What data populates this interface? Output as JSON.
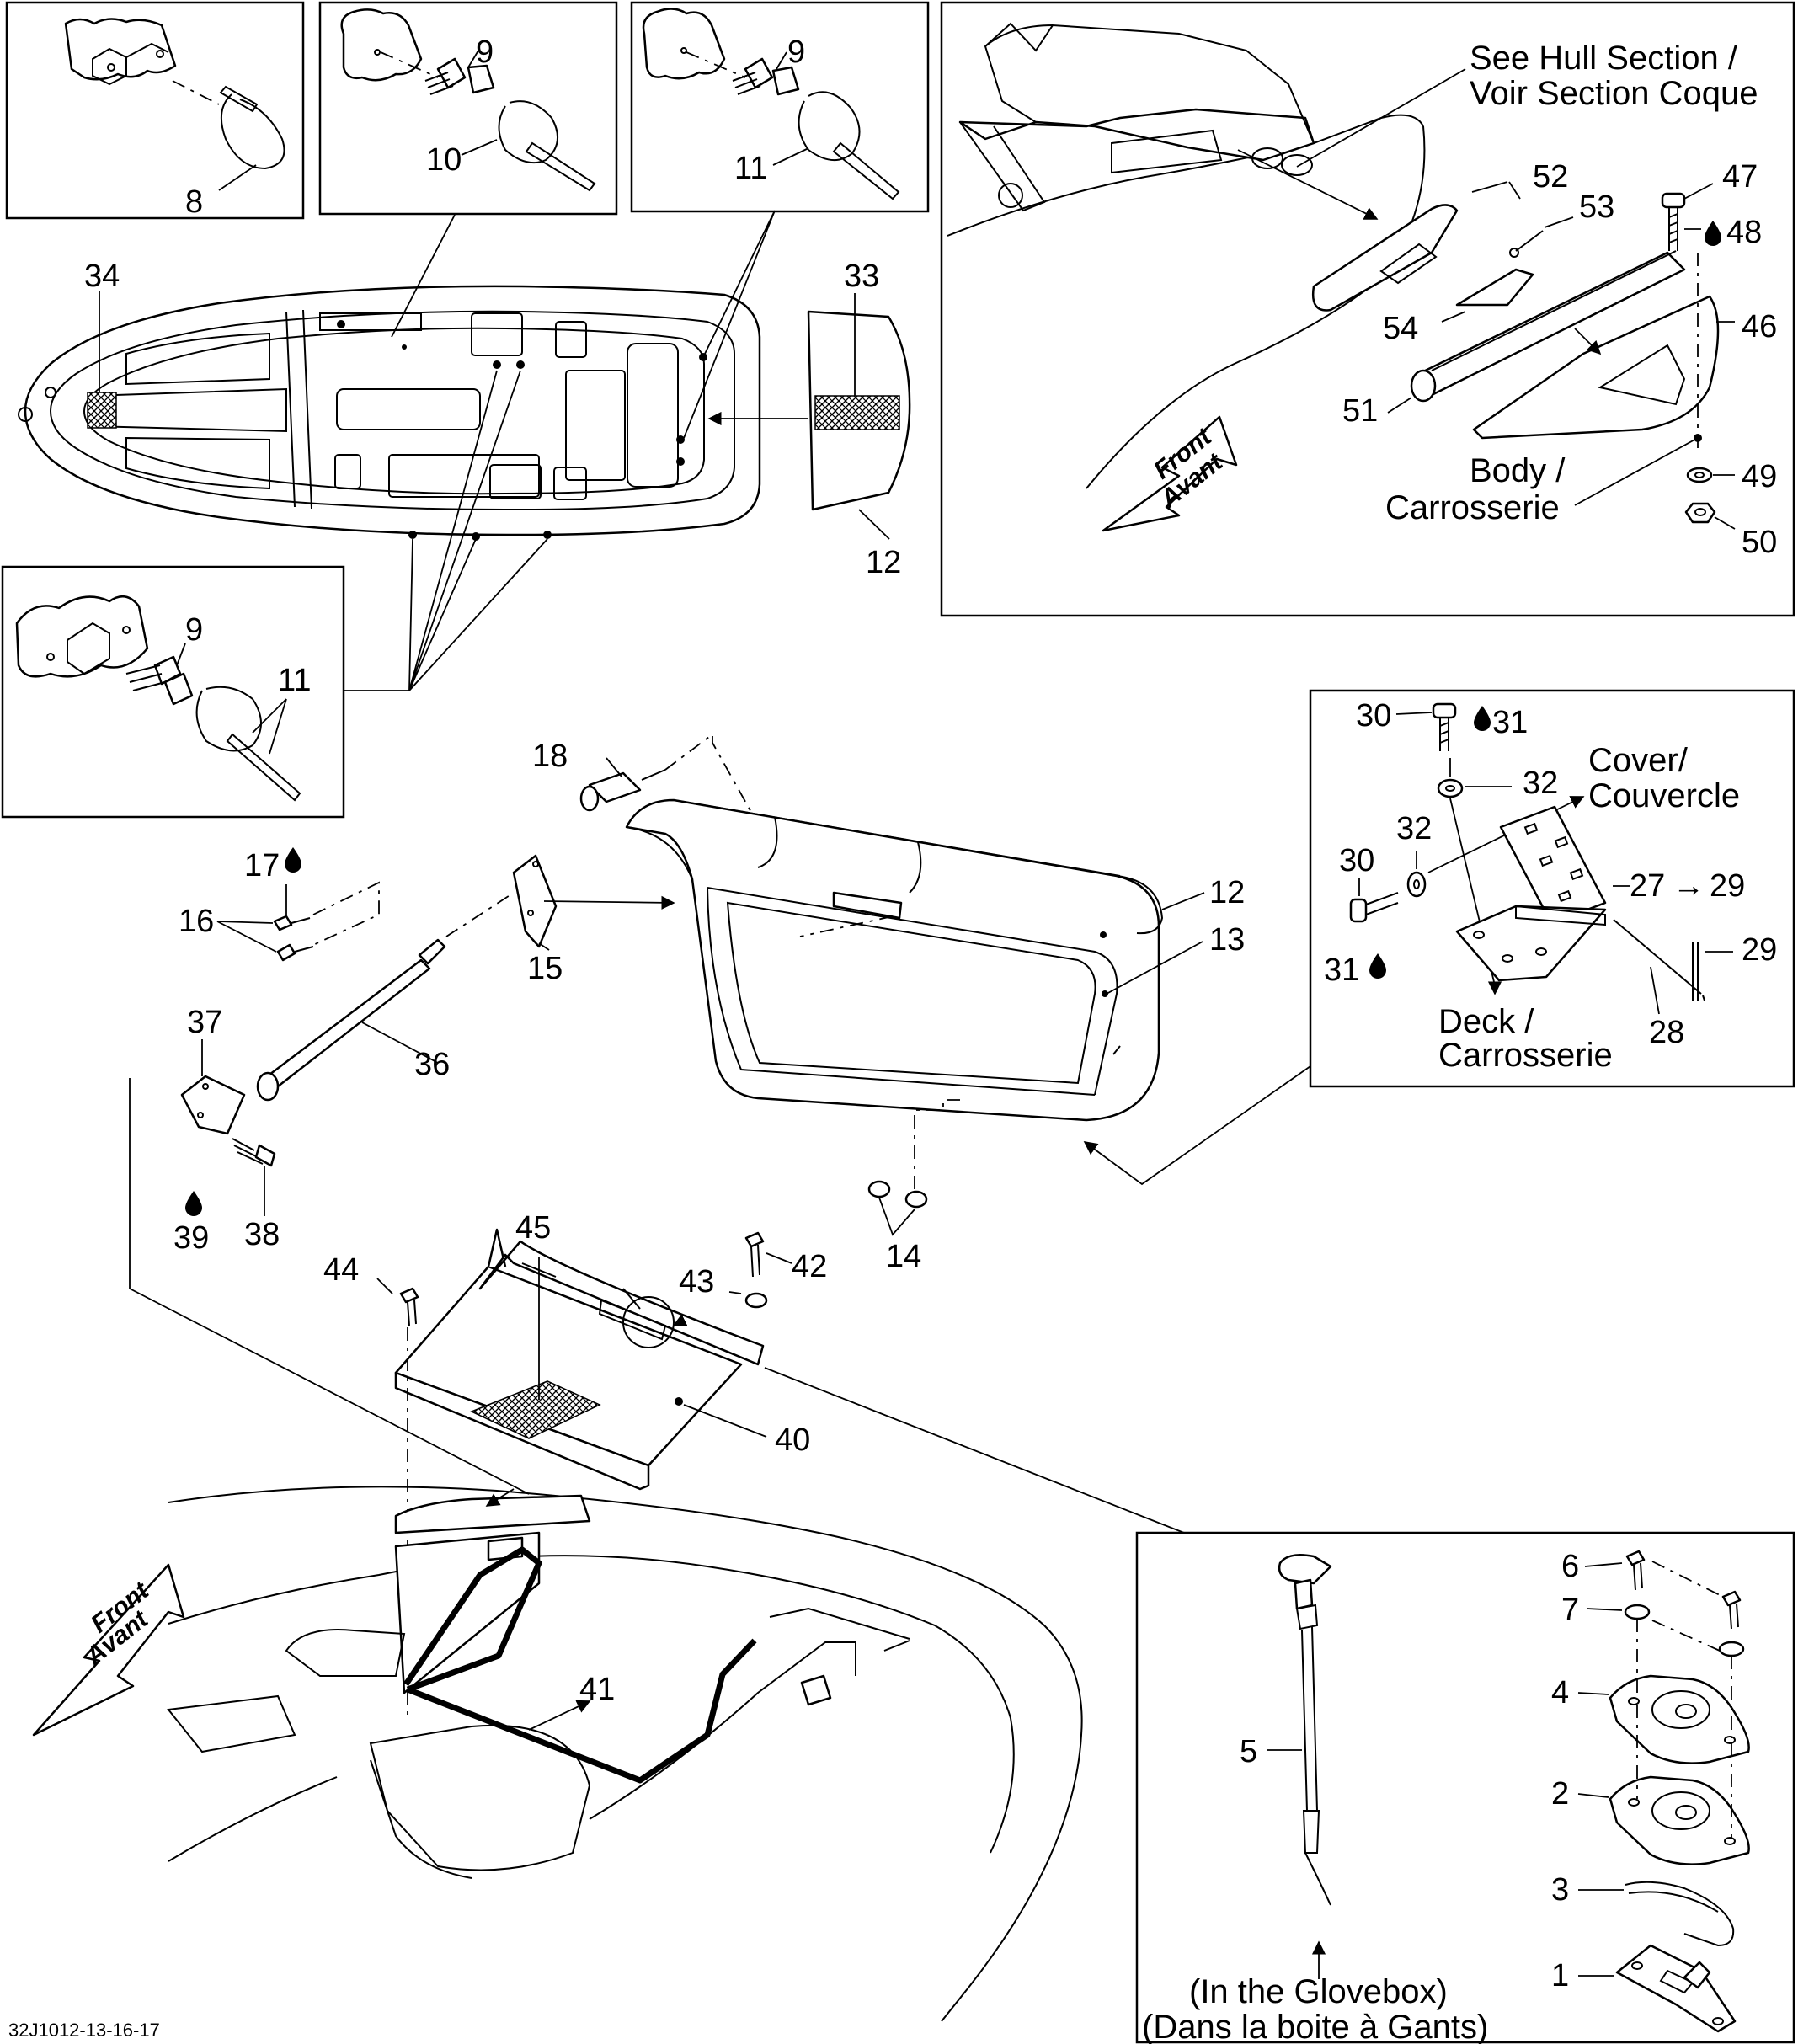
{
  "callouts": {
    "c1": "1",
    "c2": "2",
    "c3": "3",
    "c4": "4",
    "c5": "5",
    "c6": "6",
    "c7": "7",
    "c8": "8",
    "c9a": "9",
    "c9b": "9",
    "c9c": "9",
    "c10": "10",
    "c11a": "11",
    "c11b": "11",
    "c12a": "12",
    "c12b": "12",
    "c13": "13",
    "c14": "14",
    "c15": "15",
    "c16": "16",
    "c17": "17",
    "c18": "18",
    "c27": "27",
    "c29": "29",
    "c29b": "29",
    "c28": "28",
    "c30a": "30",
    "c30b": "30",
    "c31a": "31",
    "c31b": "31",
    "c32a": "32",
    "c32b": "32",
    "c33": "33",
    "c34": "34",
    "c36": "36",
    "c37": "37",
    "c38": "38",
    "c39": "39",
    "c40": "40",
    "c41": "41",
    "c42": "42",
    "c43": "43",
    "c44": "44",
    "c45": "45",
    "c46": "46",
    "c47": "47",
    "c48": "48",
    "c49": "49",
    "c50": "50",
    "c51": "51",
    "c52": "52",
    "c53": "53",
    "c54": "54"
  },
  "notes": {
    "hull_line1": "See Hull Section /",
    "hull_line2": "Voir Section Coque",
    "body_line1": "Body /",
    "body_line2": "Carrosserie",
    "cover_line1": "Cover/",
    "cover_line2": "Couvercle",
    "deck_line1": "Deck /",
    "deck_line2": "Carrosserie",
    "glovebox_line1": "(In the Glovebox)",
    "glovebox_line2": "(Dans la boite à Gants)",
    "front_line1": "Front",
    "front_line2": "Avant",
    "front2_line1": "Front",
    "front2_line2": "Avant",
    "arrow_to": "→"
  },
  "footer": {
    "drawing_id": "32J1012-13-16-17"
  }
}
